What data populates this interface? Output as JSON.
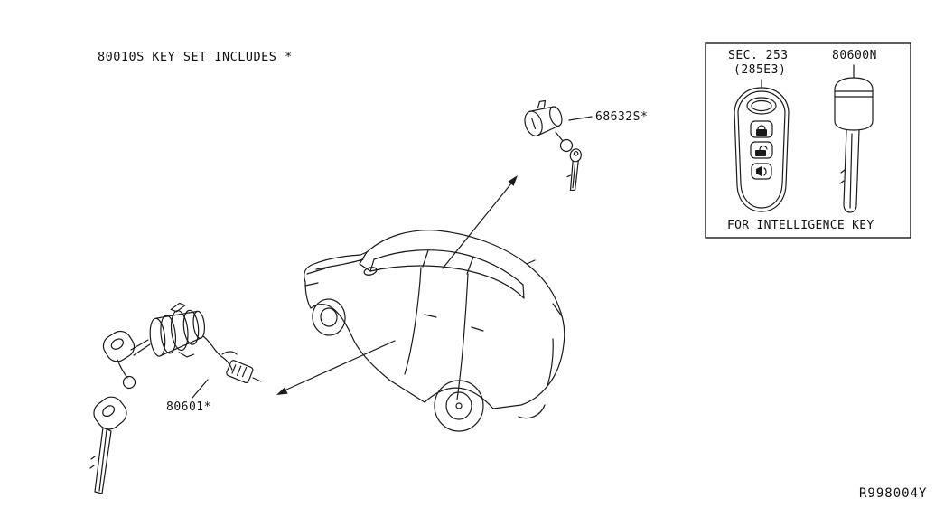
{
  "diagram": {
    "title": "80010S KEY SET INCLUDES *",
    "part_labels": {
      "ignition_cylinder": "68632S*",
      "door_lock_cylinder": "80601*"
    },
    "inset": {
      "section": "SEC. 253",
      "section_code": "(285E3)",
      "key_blank_part": "80600N",
      "caption": "FOR INTELLIGENCE KEY"
    },
    "reference_code": "R998004Y",
    "colors": {
      "line": "#1a1a1a",
      "background": "#ffffff"
    }
  }
}
